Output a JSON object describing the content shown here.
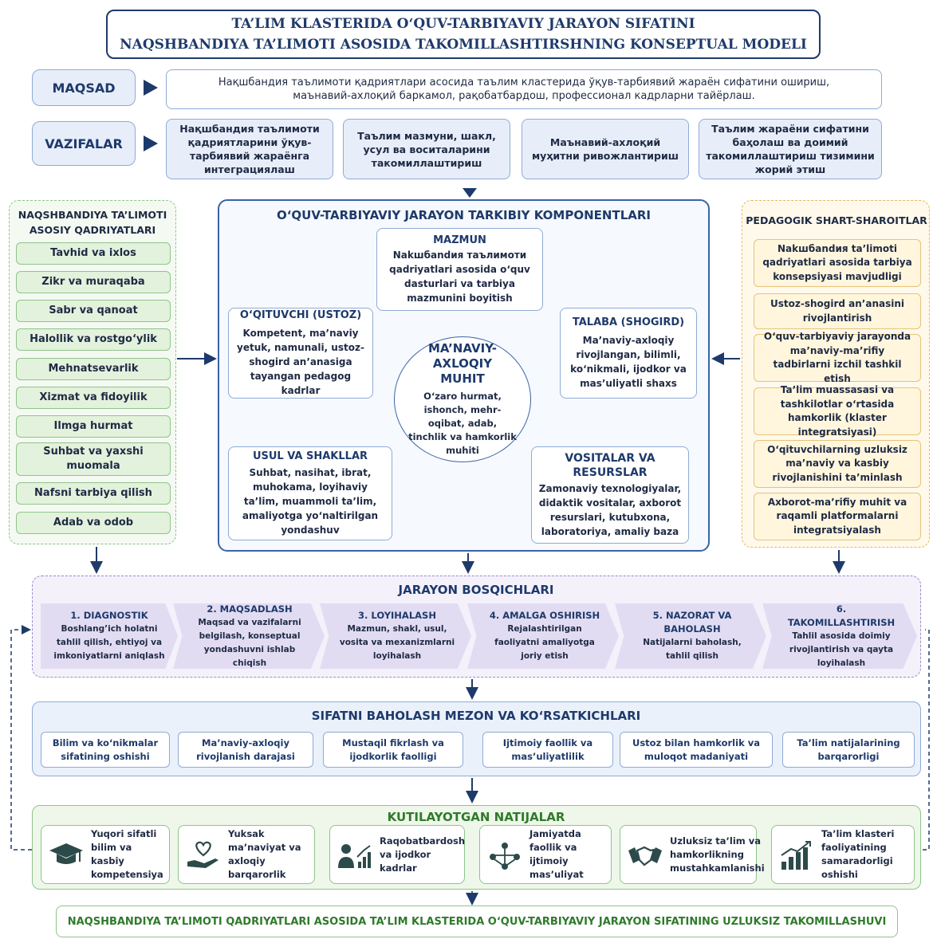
{
  "title": {
    "line1": "TA’LIM KLASTERIDA O‘QUV-TARBIYAVIY JARAYON SIFATINI",
    "line2": "NAQSHBANDIYA TA’LIMOTI ASOSIDA TAKOMILLASHTIRSHNING KONSEPTUAL MODELI"
  },
  "maqsad": {
    "label": "MAQSAD",
    "text": "Нақшбандия таълимоти қадриятлари асосида таълим кластерида ўқув-тарбиявий жараён сифатини ошириш, маънавий-ахлоқий баркамол, рақобатбардош, профессионал кадрларни тайёрлаш."
  },
  "vazifalar": {
    "label": "VAZIFALAR",
    "items": [
      "Нақшбандия таълимоти қадриятларини ўқув-тарбиявий жараёнга интеграциялаш",
      "Таълим мазмуни, шакл, усул ва воситаларини такомиллаштириш",
      "Маънавий-ахлоқий муҳитни ривожлантириш",
      "Таълим жараёни сифатини баҳолаш ва доимий такомиллаштириш тизимини жорий этиш"
    ]
  },
  "values_panel": {
    "title": "NAQSHBANDIYA TA’LIMOTI ASOSIY QADRIYATLARI",
    "items": [
      "Tavhid va ixlos",
      "Zikr va muraqaba",
      "Sabr va qanoat",
      "Halollik va rostgo‘ylik",
      "Mehnatsevarlik",
      "Xizmat va fidoyilik",
      "Ilmga hurmat",
      "Suhbat va yaxshi muomala",
      "Nafsni tarbiya qilish",
      "Adab va odob"
    ]
  },
  "conditions_panel": {
    "title": "PEDAGOGIK SHART-SHAROITLAR",
    "items": [
      "Nakшбandия ta’limoti qadriyatlari asosida tarbiya konsepsiyasi mavjudligi",
      "Ustoz-shogird an’anasini rivojlantirish",
      "O‘quv-tarbiyaviy jarayonda ma’naviy-ma’rifiy tadbirlarni izchil tashkil etish",
      "Ta’lim muassasasi va tashkilotlar o‘rtasida hamkorlik (klaster integratsiyasi)",
      "O‘qituvchilarning uzluksiz ma’naviy va kasbiy rivojlanishini ta’minlash",
      "Axborot-ma’rifiy muhit va raqamli platformalarni integratsiyalash"
    ]
  },
  "components": {
    "title": "O‘QUV-TARBIYAVIY JARAYON TARKIBIY KOMPONENTLARI",
    "mazmun": {
      "title": "MAZMUN",
      "text": "Nakшбandия таълимоти qadriyatlari asosida o‘quv dasturlari va tarbiya mazmunini boyitish"
    },
    "teacher": {
      "title": "O‘QITUVCHI (USTOZ)",
      "text": "Kompetent, ma’naviy yetuk, namunali, ustoz-shogird an’anasiga tayangan pedagog kadrlar"
    },
    "student": {
      "title": "TALABA (SHOGIRD)",
      "text": "Ma’naviy-axloqiy rivojlangan, bilimli, ko‘nikmali, ijodkor va mas’uliyatli shaxs"
    },
    "center": {
      "title": "MA’NAVIY-AXLOQIY MUHIT",
      "text": "O‘zaro hurmat, ishonch, mehr-oqibat, adab, tinchlik va hamkorlik muhiti"
    },
    "methods": {
      "title": "USUL VA SHAKLLAR",
      "text": "Suhbat, nasihat, ibrat, muhokama, loyihaviy ta’lim, muammoli ta’lim, amaliyotga yo‘naltirilgan yondashuv"
    },
    "resources": {
      "title": "VOSITALAR VA RESURSLAR",
      "text": "Zamonaviy texnologiyalar, didaktik vositalar, axborot resurslari, kutubxona, laboratoriya, amaliy baza"
    }
  },
  "stages": {
    "title": "JARAYON BOSQICHLARI",
    "items": [
      {
        "title": "1. DIAGNOSTIK",
        "text": "Boshlang’ich holatni tahlil qilish, ehtiyoj va imkoniyatlarni aniqlash"
      },
      {
        "title": "2. MAQSADLASH",
        "text": "Maqsad va vazifalarni belgilash, konseptual yondashuvni ishlab chiqish"
      },
      {
        "title": "3. LOYIHALASH",
        "text": "Mazmun, shakl, usul, vosita va mexanizmlarni loyihalash"
      },
      {
        "title": "4. AMALGA OSHIRISH",
        "text": "Rejalashtirilgan faoliyatni amaliyotga joriy etish"
      },
      {
        "title": "5. NAZORAT VA BAHOLASH",
        "text": "Natijalarni baholash, tahlil qilish"
      },
      {
        "title": "6. TAKOMILLASHTIRISH",
        "text": "Tahlil asosida doimiy rivojlantirish va qayta loyihalash"
      }
    ]
  },
  "criteria": {
    "title": "SIFATNI BAHOLASH MEZON VA KO‘RSATKICHLARI",
    "items": [
      "Bilim va ko‘nikmalar sifatining oshishi",
      "Ma’naviy-axloqiy rivojlanish darajasi",
      "Mustaqil fikrlash va ijodkorlik faolligi",
      "Ijtimoiy faollik va mas’uliyatlilik",
      "Ustoz bilan hamkorlik va muloqot madaniyati",
      "Ta’lim natijalarining barqarorligi"
    ]
  },
  "results": {
    "title": "KUTILAYOTGAN NATIJALAR",
    "items": [
      {
        "icon": "graduation-cap-icon",
        "text": "Yuqori sifatli bilim va kasbiy kompetensiya"
      },
      {
        "icon": "heart-hand-icon",
        "text": "Yuksak ma’naviyat va axloqiy barqarorlik"
      },
      {
        "icon": "person-growth-chart-icon",
        "text": "Raqobatbardosh va ijodkor kadrlar"
      },
      {
        "icon": "network-people-icon",
        "text": "Jamiyatda faollik va ijtimoiy mas’uliyat"
      },
      {
        "icon": "handshake-icon",
        "text": "Uzluksiz ta’lim va hamkorlikning mustahkamlanishi"
      },
      {
        "icon": "growth-chart-icon",
        "text": "Ta’lim klasteri faoliyatining samaradorligi oshishi"
      }
    ]
  },
  "bottom": {
    "text": "NAQSHBANDIYA TA’LIMOTI QADRIYATLARI ASOSIDA TA’LIM KLASTERIDA O‘QUV-TARBIYAVIY JARAYON SIFATINING UZLUKSIZ TAKOMILLASHUVI"
  },
  "colors": {
    "navy": "#1e3a6b",
    "blue_border": "#8fabd6",
    "green_border": "#8fc48a",
    "orange_border": "#e5b95f",
    "purple_border": "#9b8ccc",
    "green_text": "#2f7a2b"
  }
}
